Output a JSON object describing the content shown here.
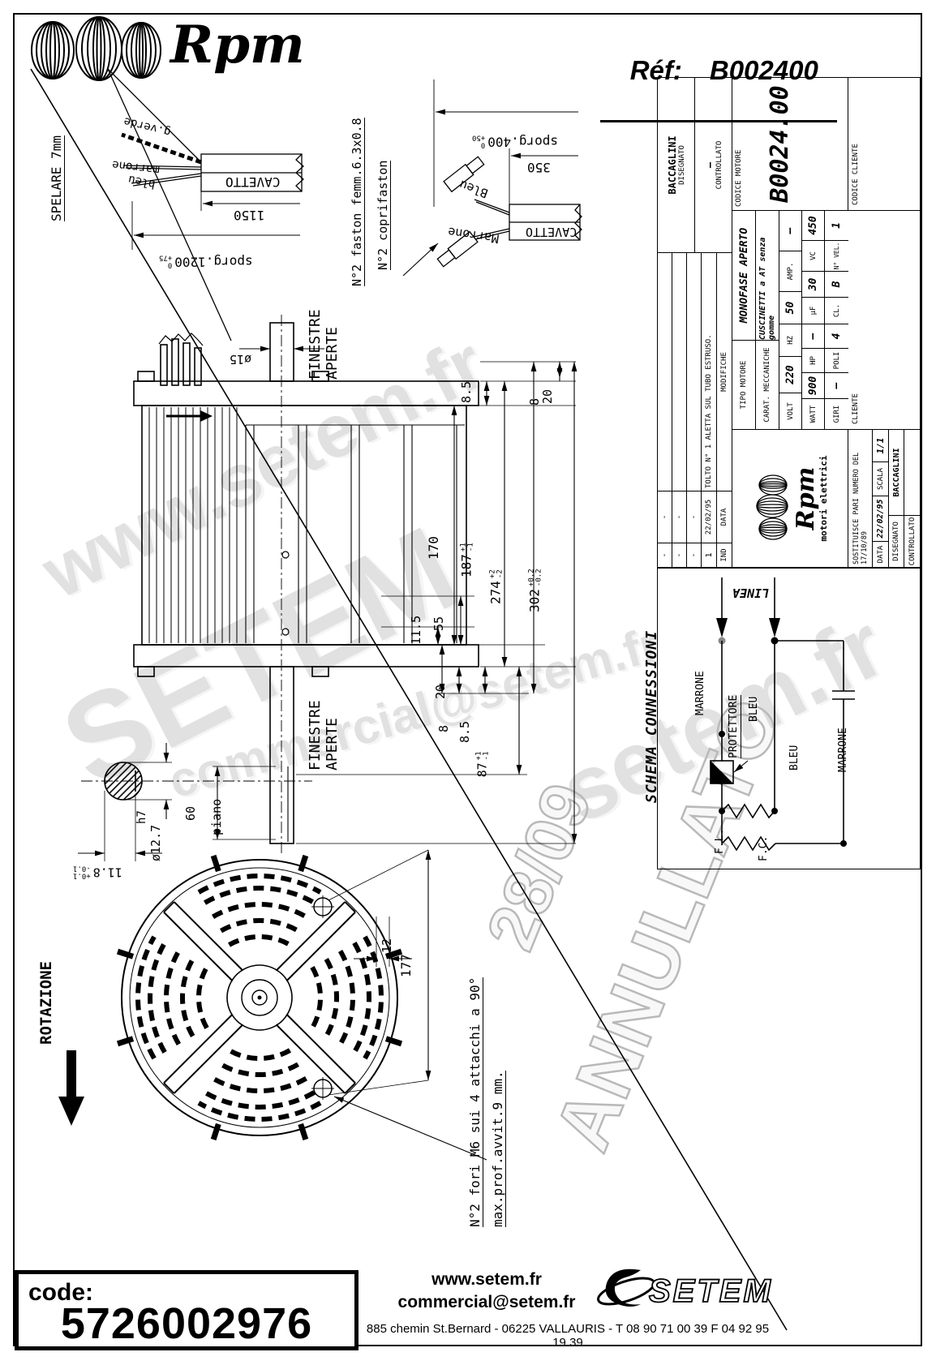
{
  "header": {
    "brand": "Rpm",
    "ref_label": "Réf:",
    "ref_value": "B002400"
  },
  "detail_left": {
    "spelare": "SPELARE 7mm",
    "wire_green": "g.verde",
    "wire_brown": "marrone",
    "wire_blue": "bleu",
    "cavetto": "CAVETTO",
    "dim_1150": "1150",
    "sporg": "sporg.1200",
    "sporg_tol": "0\n+75"
  },
  "detail_mid": {
    "faston": "N°2 faston femm.6.3x0.8",
    "coprifaston": "N°2 coprifaston",
    "sporg": "sporg.400",
    "sporg_tol": "0\n+50",
    "dim_350": "350",
    "cavetto": "CAVETTO",
    "bleu": "Bleu",
    "marrone": "Marrone"
  },
  "main_view": {
    "finestre": "FINESTRE\nAPERTE",
    "dia15": "ø15",
    "d85t": "8.5",
    "d8t": "8",
    "d20t": "20",
    "d170": "170",
    "d187": "187",
    "d187_tol": "+1\n-1",
    "d274": "274",
    "d274_tol": "+2\n-2",
    "d302": "302",
    "d302_tol": "+0.2\n-0.2",
    "d115": "11.5",
    "d55": "55",
    "d20b": "20",
    "d8b": "8",
    "d85b": "8.5",
    "d87": "87",
    "d87_tol": "+1\n-1",
    "d60": "60",
    "piano": "piano",
    "h7": "h7",
    "dia127": "ø12.7",
    "d118": "11.8",
    "d118_tol": "+0.1\n-0.1"
  },
  "fan_view": {
    "rotazione": "ROTAZIONE",
    "d177": "177",
    "d12": "12",
    "fori": "N°2 fori M6 sui 4 attacchi a 90°",
    "prof": "max.prof.avvit.9 mm."
  },
  "title_block": {
    "brand": "Rpm",
    "brand_sub": "motori elettrici",
    "rev_ind_h": "IND",
    "rev_data_h": "DATA",
    "rev_mod_h": "MODIFICHE",
    "rev_rows": [
      {
        "ind": "-",
        "data": "-",
        "desc": ""
      },
      {
        "ind": "-",
        "data": "-",
        "desc": ""
      },
      {
        "ind": "-",
        "data": "-",
        "desc": ""
      },
      {
        "ind": "1",
        "data": "22/02/95",
        "desc": "TOLTO N° 1 ALETTA SUL TUBO ESTRUSO."
      }
    ],
    "disegnato_label": "DISEGNATO",
    "disegnato_value": "BACCAGLINI",
    "controllato_label": "CONTROLLATO",
    "controllato_value": "—",
    "tipo_label": "TIPO MOTORE",
    "tipo_value": "MONOFASE APERTO",
    "carat_label": "CARAT. MECCANICHE",
    "carat_value": "CUSCINETTI a AT senza gomme",
    "volt_l": "VOLT",
    "volt_v": "220",
    "hz_l": "HZ",
    "hz_v": "50",
    "amp_l": "AMP.",
    "amp_v": "—",
    "watt_l": "WATT",
    "watt_v": "900",
    "hp_l": "HP",
    "hp_v": "—",
    "uf_l": "µF",
    "uf_v": "30",
    "vc_l": "VC",
    "vc_v": "450",
    "giri_l": "GIRI",
    "giri_v": "—",
    "poli_l": "POLI",
    "poli_v": "4",
    "cl_l": "CL.",
    "cl_v": "B",
    "nvel_l": "N° VEL.",
    "nvel_v": "1",
    "codice_motore_label": "CODICE MOTORE",
    "codice_motore_value": "B0024.00",
    "sostituisce": "SOSTITUISCE PARI NUMERO DEL 17/10/89",
    "data_label": "DATA",
    "data_value": "22/02/95",
    "scala_label": "SCALA",
    "scala_value": "1/1",
    "disegnato2_label": "DISEGNATO",
    "disegnato2_value": "BACCAGLINI",
    "controllato2_label": "CONTROLLATO",
    "cliente_label": "CLIENTE",
    "codice_cliente_label": "CODICE CLIENTE"
  },
  "schema": {
    "title": "SCHEMA CONNESSIONI",
    "linea": "LINEA",
    "marrone1": "MARRONE",
    "protettore": "PROTETTORE",
    "bleu1": "BLEU",
    "bleu2": "BLEU",
    "marrone2": "MARRONE",
    "fl": "F.L.",
    "fc": "F.C."
  },
  "watermarks": {
    "w1": "www.setem.fr",
    "w2": "SETEM",
    "w3": "setem.fr",
    "w4": "commercial@setem.fr",
    "annullato": "ANNULLATO",
    "ann_date": "28/09"
  },
  "footer": {
    "code_label": "code:",
    "code_value": "5726002976",
    "site": "www.setem.fr",
    "email": "commercial@setem.fr",
    "brand": "SETEM",
    "address": "885 chemin St.Bernard  -  06225 VALLAURIS  -  T 08 90 71 00 39   F 04 92 95 19 39"
  }
}
